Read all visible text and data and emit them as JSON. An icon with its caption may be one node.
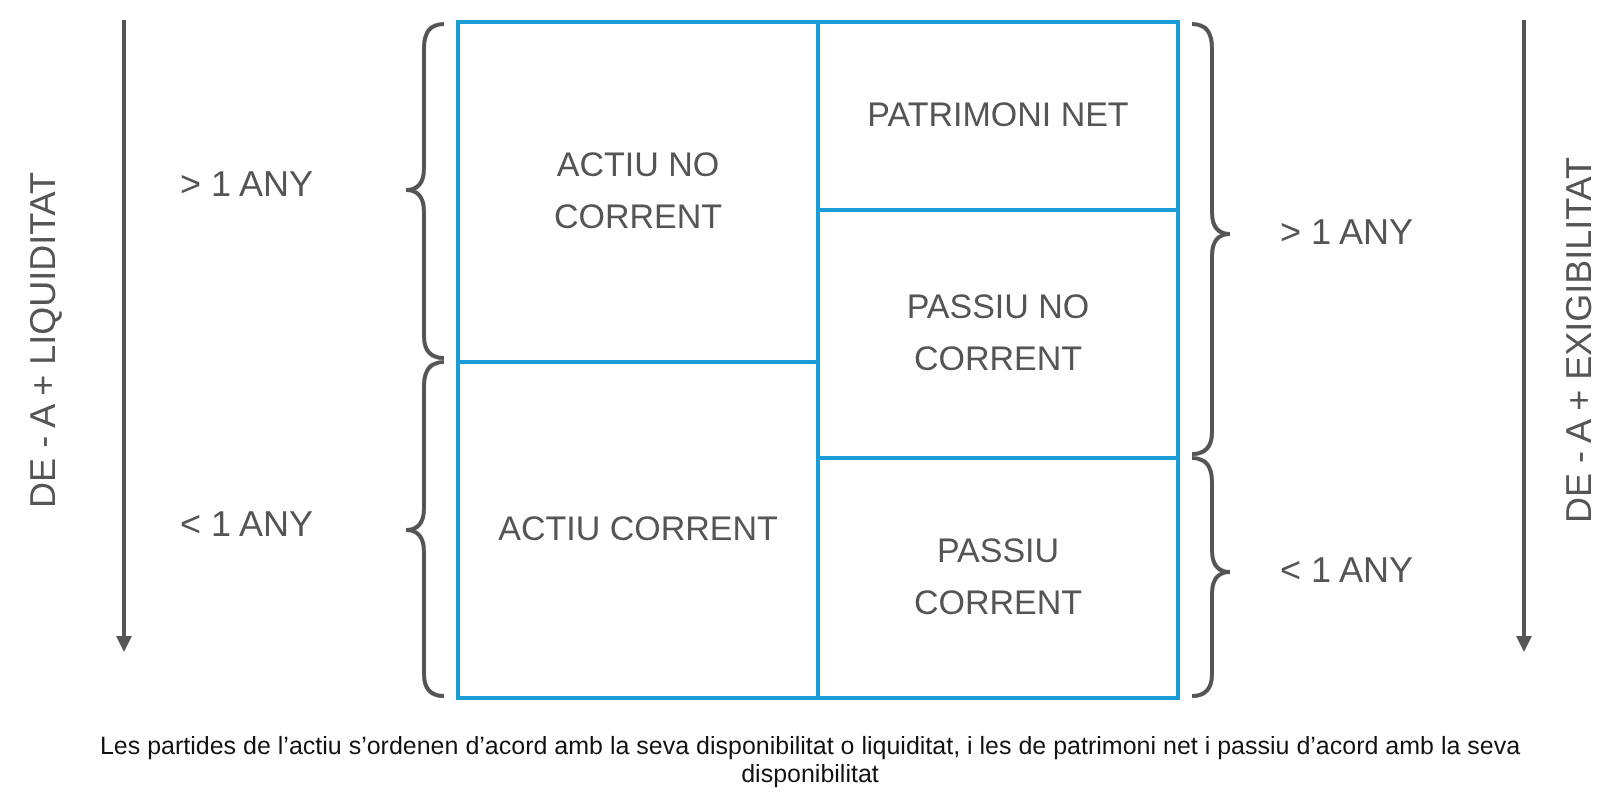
{
  "diagram": {
    "caption": "Les partides de l’actiu s’ordenen d’acord amb la seva disponibilitat o liquiditat, i les de patrimoni net i passiu d’acord amb la seva disponibilitat",
    "nodes": [
      {
        "text": [
          "ACTIU NO CORRENT"
        ]
      },
      {
        "text": [
          "ACTIU CORRENT"
        ]
      },
      {
        "text": [
          "PATRIMONI NET"
        ]
      },
      {
        "text": [
          "PASSIU NO CORRENT"
        ]
      },
      {
        "text": [
          "PASSIU CORRENT"
        ]
      }
    ],
    "edges": [],
    "labels": [
      "DE - A + LIQUIDITAT",
      "> 1 ANY",
      "< 1 ANY",
      "> 1 ANY",
      "< 1 ANY",
      "DE - A + EXIGIBILITAT"
    ]
  }
}
